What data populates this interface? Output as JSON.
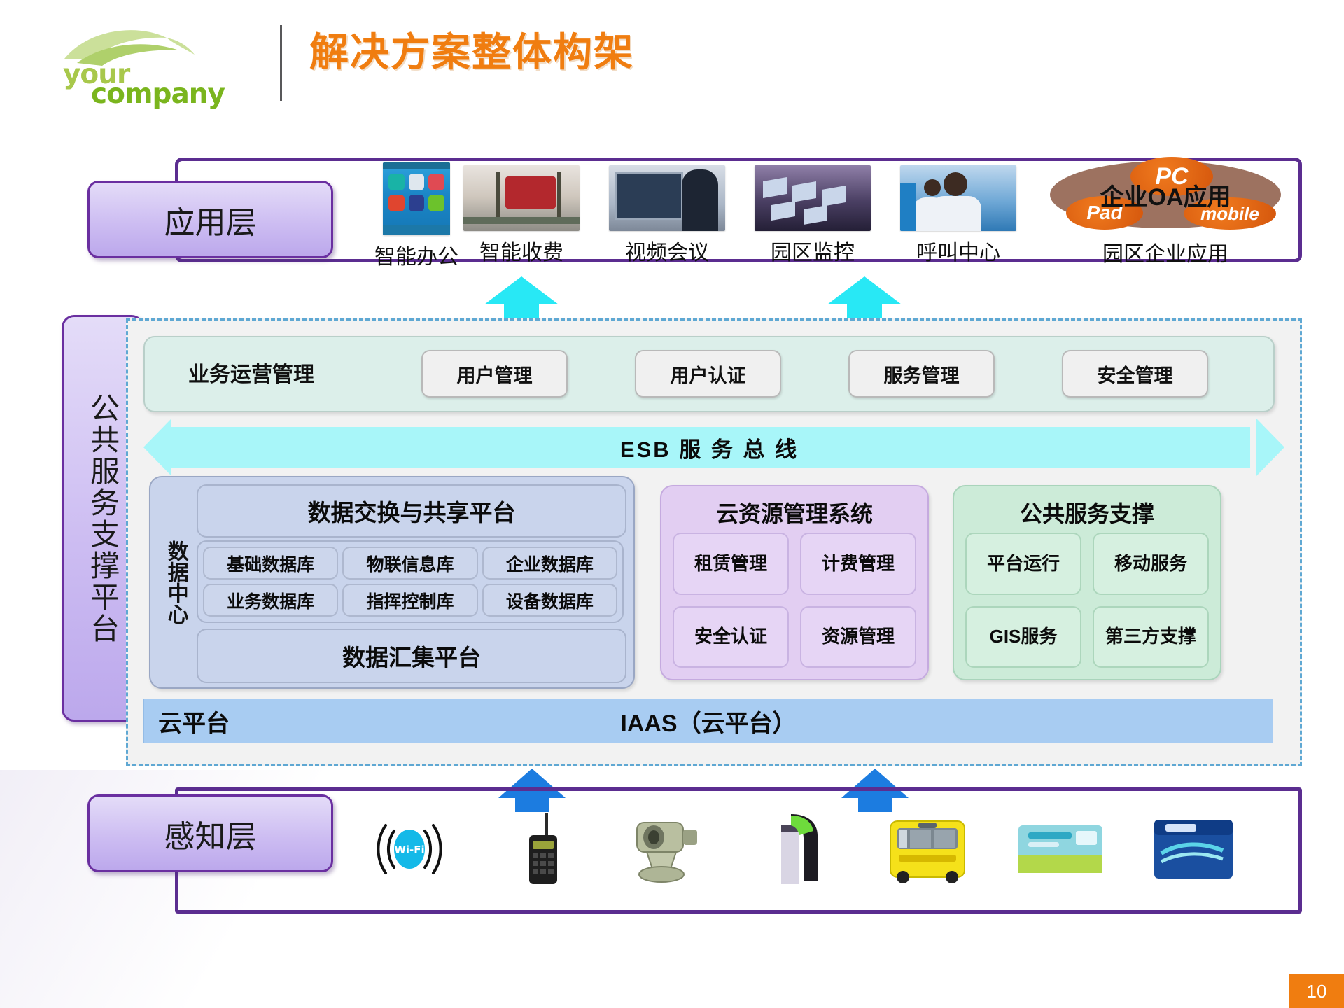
{
  "header": {
    "logo_top": "your",
    "logo_bottom": "company",
    "title": "解决方案整体构架"
  },
  "layers": {
    "application_label": "应用层",
    "platform_label": "公共服务支撑平台",
    "sense_label": "感知层"
  },
  "application": {
    "items": [
      {
        "label": "智能办公",
        "icon": "smartphone-apps-thumbnail"
      },
      {
        "label": "智能收费",
        "icon": "toll-station-thumbnail"
      },
      {
        "label": "视频会议",
        "icon": "video-conference-thumbnail"
      },
      {
        "label": "园区监控",
        "icon": "control-room-thumbnail"
      },
      {
        "label": "呼叫中心",
        "icon": "call-center-thumbnail"
      },
      {
        "label": "园区企业应用",
        "icon": "enterprise-oa-thumbnail"
      }
    ],
    "oa": {
      "caption": "企业OA应用",
      "chips": [
        "PC",
        "Pad",
        "mobile"
      ]
    }
  },
  "platform": {
    "ops": {
      "title": "业务运营管理",
      "chips": [
        "用户管理",
        "用户认证",
        "服务管理",
        "安全管理"
      ]
    },
    "esb": "ESB  服  务  总  线",
    "data_center": {
      "side_label": "数据中心",
      "top_platform": "数据交换与共享平台",
      "databases": [
        "基础数据库",
        "物联信息库",
        "企业数据库",
        "业务数据库",
        "指挥控制库",
        "设备数据库"
      ],
      "bottom_platform": "数据汇集平台"
    },
    "cloud_resource": {
      "title": "云资源管理系统",
      "cells": [
        "租赁管理",
        "计费管理",
        "安全认证",
        "资源管理"
      ]
    },
    "public_service": {
      "title": "公共服务支撑",
      "cells": [
        "平台运行",
        "移动服务",
        "GIS服务",
        "第三方支撑"
      ]
    },
    "iaas": {
      "left_label": "云平台",
      "center_label": "IAAS（云平台）"
    }
  },
  "sense": {
    "items": [
      {
        "icon": "wifi-icon",
        "label": "Wi-Fi"
      },
      {
        "icon": "walkie-talkie-icon",
        "label": ""
      },
      {
        "icon": "ptz-camera-icon",
        "label": ""
      },
      {
        "icon": "access-terminal-icon",
        "label": ""
      },
      {
        "icon": "bus-icon",
        "label": ""
      },
      {
        "icon": "ic-card-green-icon",
        "label": ""
      },
      {
        "icon": "ic-card-blue-icon",
        "label": ""
      }
    ]
  },
  "footer": {
    "page_number": "10"
  },
  "colors": {
    "accent_orange": "#F07D10",
    "purple_border": "#5B2D90",
    "pill_purple": "#CDBDF2",
    "esb_cyan": "#A8F6F9",
    "iaas_blue": "#A8CCF2",
    "arrow_blue": "#1C7CE0",
    "panel_violet": "#E2CEF2",
    "panel_green": "#CCEBD8",
    "data_center_blue": "#C9D4EC",
    "logo_green": "#7AB51D"
  }
}
